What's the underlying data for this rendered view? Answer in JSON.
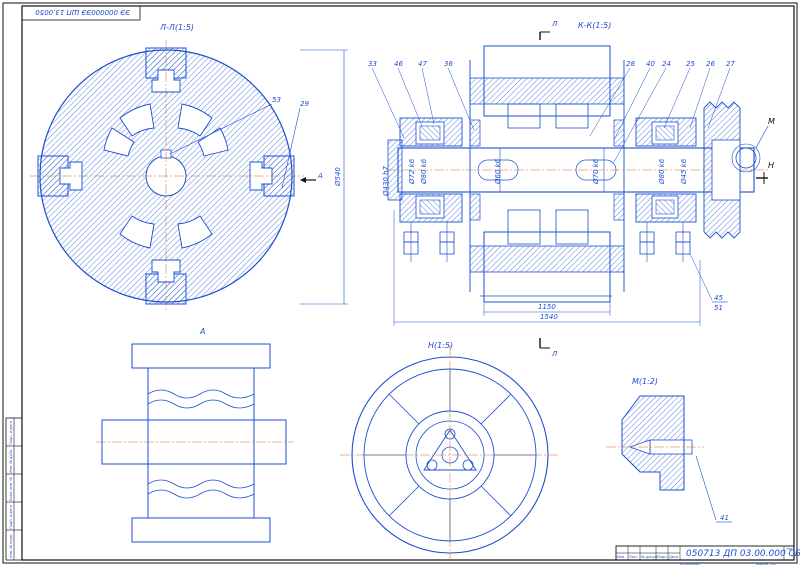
{
  "stamp": {
    "code": "ЭЭ 000000ЭЭ ШП 13.0050"
  },
  "views": {
    "section_l": "Л-Л(1:5)",
    "section_k": "К-К(1:5)",
    "view_a": "А",
    "view_n": "Н(1:5)",
    "view_m": "М(1:2)"
  },
  "section_marks": {
    "l_top": "Л",
    "l_bottom": "Л",
    "a_arrow": "А",
    "m_arrow": "М",
    "n_arrow": "Н"
  },
  "dimensions": {
    "left_diameter": "Ø540",
    "k_height": "Ø430 h7",
    "inner_len": "1150",
    "total_len": "1540",
    "bore_1": "Ø72 k6",
    "bore_2": "Ø80 k6",
    "bore_3": "Ø60 k6",
    "bore_4": "Ø70 k6",
    "bore_5": "Ø80 k6",
    "bore_6": "Ø45 k6"
  },
  "callouts": {
    "left": [
      "53",
      "29"
    ],
    "k": [
      "33",
      "46",
      "47",
      "36",
      "28",
      "40",
      "24",
      "25",
      "26",
      "27"
    ],
    "bottom": [
      "45",
      "51"
    ],
    "m": [
      "41"
    ]
  },
  "side_strip": [
    "Подп. и дата",
    "Инв. № дубл.",
    "Взам. инв. №",
    "Подп. и дата",
    "Инв. № подл."
  ],
  "title_block": {
    "designation": "050713 ДП 03.00.000 СБ",
    "sheet_label": "Лист",
    "format_label": "Формат А1",
    "copy_label": "Копировал",
    "columns": [
      "Изм.",
      "Лист",
      "№ докум.",
      "Подп.",
      "Дата"
    ]
  },
  "colors": {
    "line": "#1b4fd1",
    "hatch": "#1b4fd1",
    "axis": "#d2691e",
    "frame": "#111111"
  }
}
